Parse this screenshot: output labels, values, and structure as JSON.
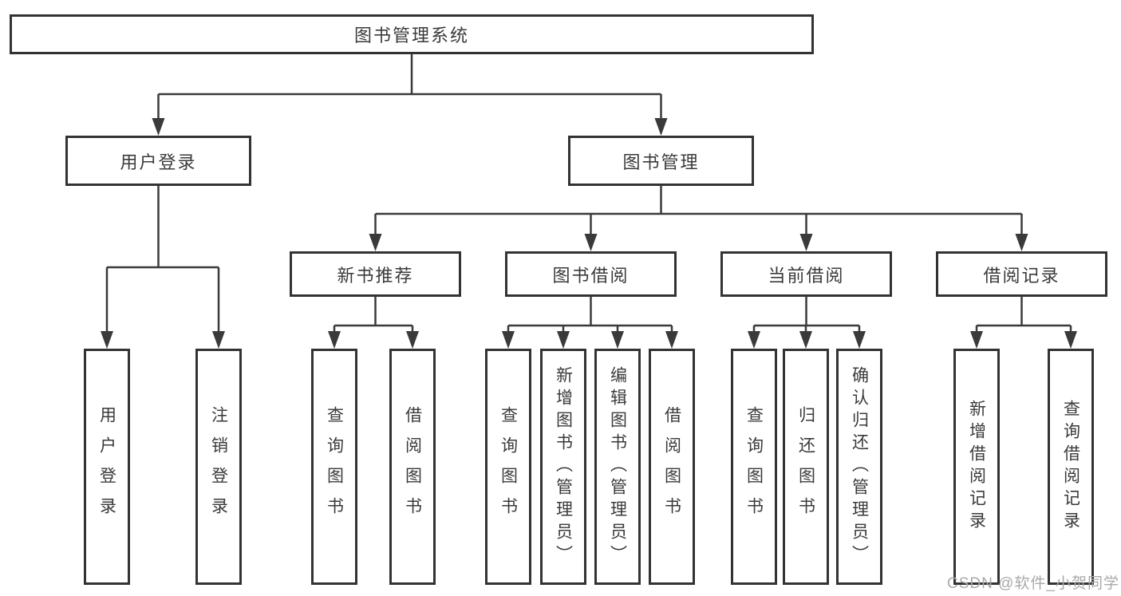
{
  "diagram": {
    "title": "图书管理系统",
    "watermark": "CSDN @软件_小贺同学",
    "colors": {
      "line": "#3a3a3a",
      "box_border": "#333333",
      "text": "#3a3a3a",
      "watermark": "#a9a9a9",
      "background": "#ffffff"
    },
    "branches": [
      {
        "label": "用户登录",
        "children": [
          "用户登录",
          "注销登录"
        ]
      },
      {
        "label": "图书管理",
        "sections": [
          {
            "label": "新书推荐",
            "children": [
              "查询图书",
              "借阅图书"
            ]
          },
          {
            "label": "图书借阅",
            "children": [
              "查询图书",
              "新增图书（管理员）",
              "编辑图书（管理员）",
              "借阅图书"
            ]
          },
          {
            "label": "当前借阅",
            "children": [
              "查询图书",
              "归还图书",
              "确认归还（管理员）"
            ]
          },
          {
            "label": "借阅记录",
            "children": [
              "新增借阅记录",
              "查询借阅记录"
            ]
          }
        ]
      }
    ]
  }
}
